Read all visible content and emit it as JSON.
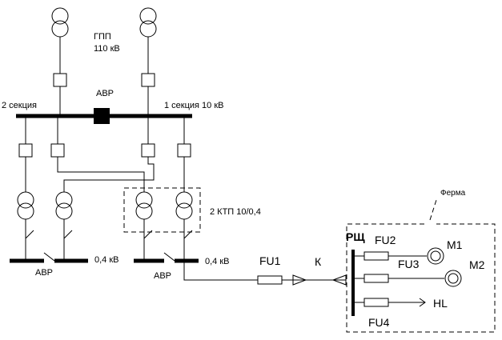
{
  "labels": {
    "gpp": "ГПП",
    "gpp_voltage": "110 кВ",
    "avr_top": "АВР",
    "section2": "2 секция",
    "section1": "1 секция 10 кВ",
    "ktp": "2 КТП 10/0,4",
    "avr_left": "АВР",
    "avr_mid": "АВР",
    "v04_left": "0,4 кВ",
    "v04_mid": "0,4 кВ",
    "fu1": "FU1",
    "k": "К",
    "farm": "Ферма",
    "rsch": "РЩ",
    "fu2": "FU2",
    "fu3": "FU3",
    "fu4": "FU4",
    "m1": "М1",
    "m2": "М2",
    "hl": "HL"
  }
}
